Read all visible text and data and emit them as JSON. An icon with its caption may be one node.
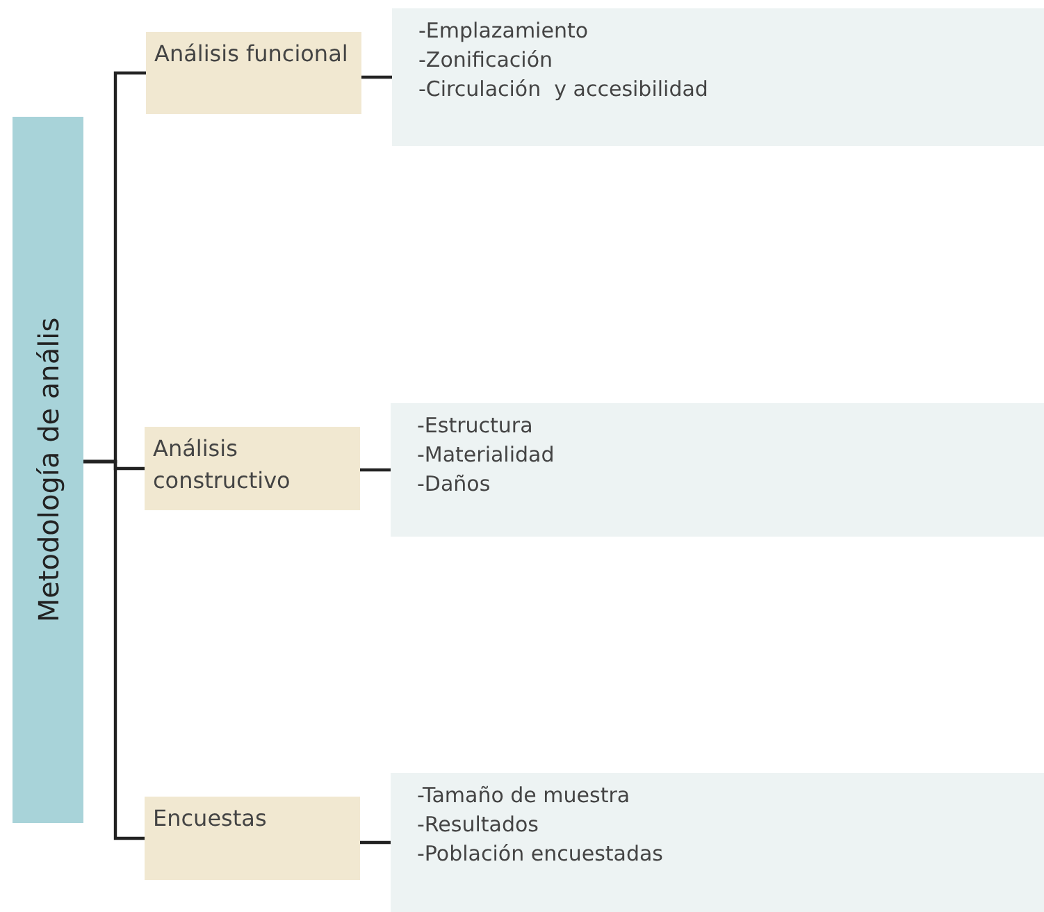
{
  "diagram": {
    "nodes": [
      {
        "text": [
          "Metodología de anális"
        ]
      },
      {
        "text": [
          "Análisis funcional"
        ]
      },
      {
        "text": [
          "-Emplazamiento",
          "-Zonificación",
          "-Circulación  y accesibilidad"
        ]
      },
      {
        "text": [
          "Análisis constructivo"
        ]
      },
      {
        "text": [
          "-Estructura",
          "-Materialidad",
          "-Daños"
        ]
      },
      {
        "text": [
          "Encuestas"
        ]
      },
      {
        "text": [
          "-Tamaño de muestra",
          "-Resultados",
          "-Población encuestadas"
        ]
      }
    ],
    "edges": [
      {
        "from": 0,
        "to": 1,
        "arrow": "none"
      },
      {
        "from": 0,
        "to": 3,
        "arrow": "none"
      },
      {
        "from": 0,
        "to": 5,
        "arrow": "none"
      },
      {
        "from": 1,
        "to": 2,
        "arrow": "none"
      },
      {
        "from": 3,
        "to": 4,
        "arrow": "none"
      },
      {
        "from": 5,
        "to": 6,
        "arrow": "none"
      }
    ]
  }
}
